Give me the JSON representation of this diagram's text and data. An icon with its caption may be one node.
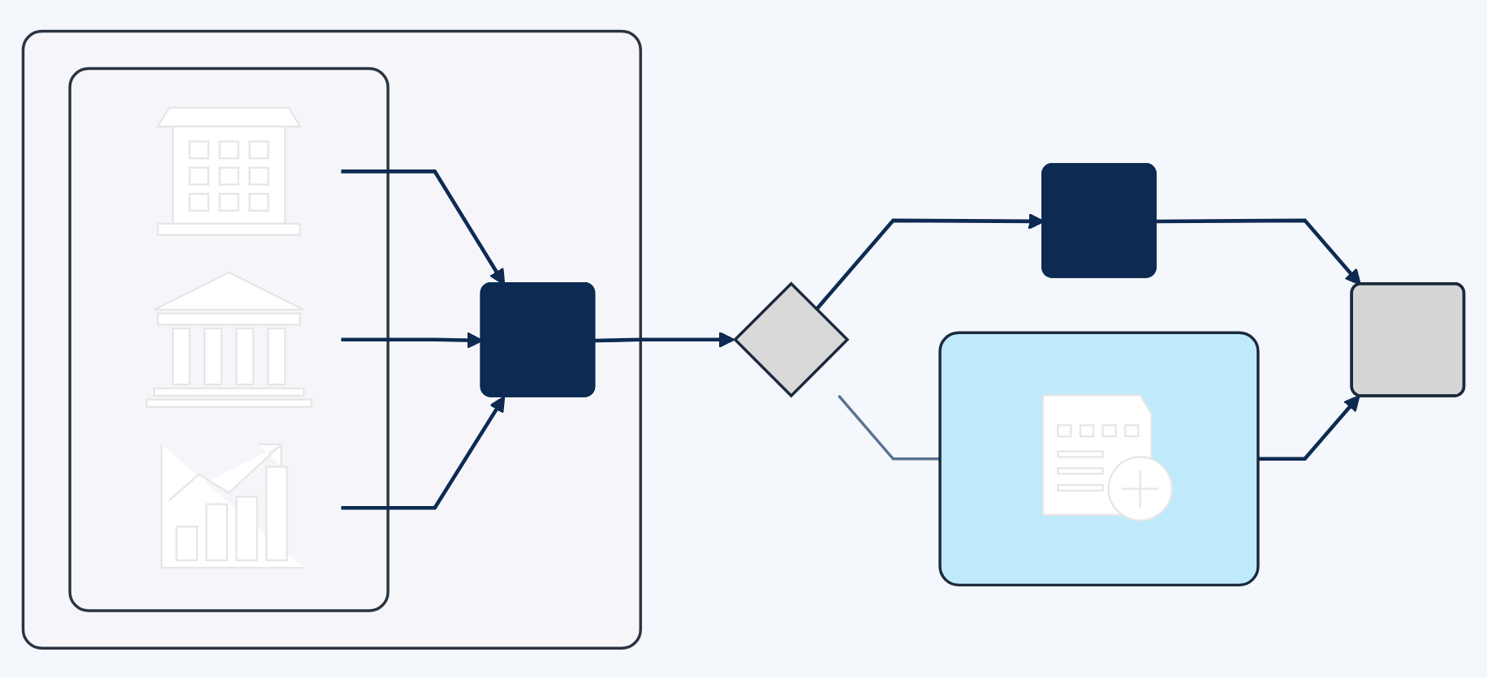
{
  "diagram": {
    "nodes": [
      {
        "text": [],
        "shape": "box"
      },
      {
        "text": [],
        "shape": "box",
        "in": 0
      },
      {
        "text": [],
        "shape": "picture",
        "in": 1
      },
      {
        "text": [],
        "shape": "picture",
        "in": 1
      },
      {
        "text": [],
        "shape": "picture",
        "in": 1
      },
      {
        "text": [],
        "shape": "box",
        "in": 0
      },
      {
        "text": [],
        "shape": "diamond"
      },
      {
        "text": [],
        "shape": "box"
      },
      {
        "text": [],
        "shape": "box"
      },
      {
        "text": [],
        "shape": "picture",
        "in": 8
      },
      {
        "text": [],
        "shape": "box"
      }
    ],
    "edges": [
      {
        "from": 2,
        "to": 5,
        "arrow": "to"
      },
      {
        "from": 3,
        "to": 5,
        "arrow": "to"
      },
      {
        "from": 4,
        "to": 5,
        "arrow": "to"
      },
      {
        "from": 5,
        "to": 6,
        "arrow": "to"
      },
      {
        "from": 6,
        "to": 7,
        "arrow": "to"
      },
      {
        "from": 6,
        "to": 8,
        "arrow": "none",
        "color": "#5b7391"
      },
      {
        "from": 7,
        "to": 10,
        "arrow": "to"
      },
      {
        "from": 8,
        "to": 10,
        "arrow": "to"
      }
    ]
  }
}
